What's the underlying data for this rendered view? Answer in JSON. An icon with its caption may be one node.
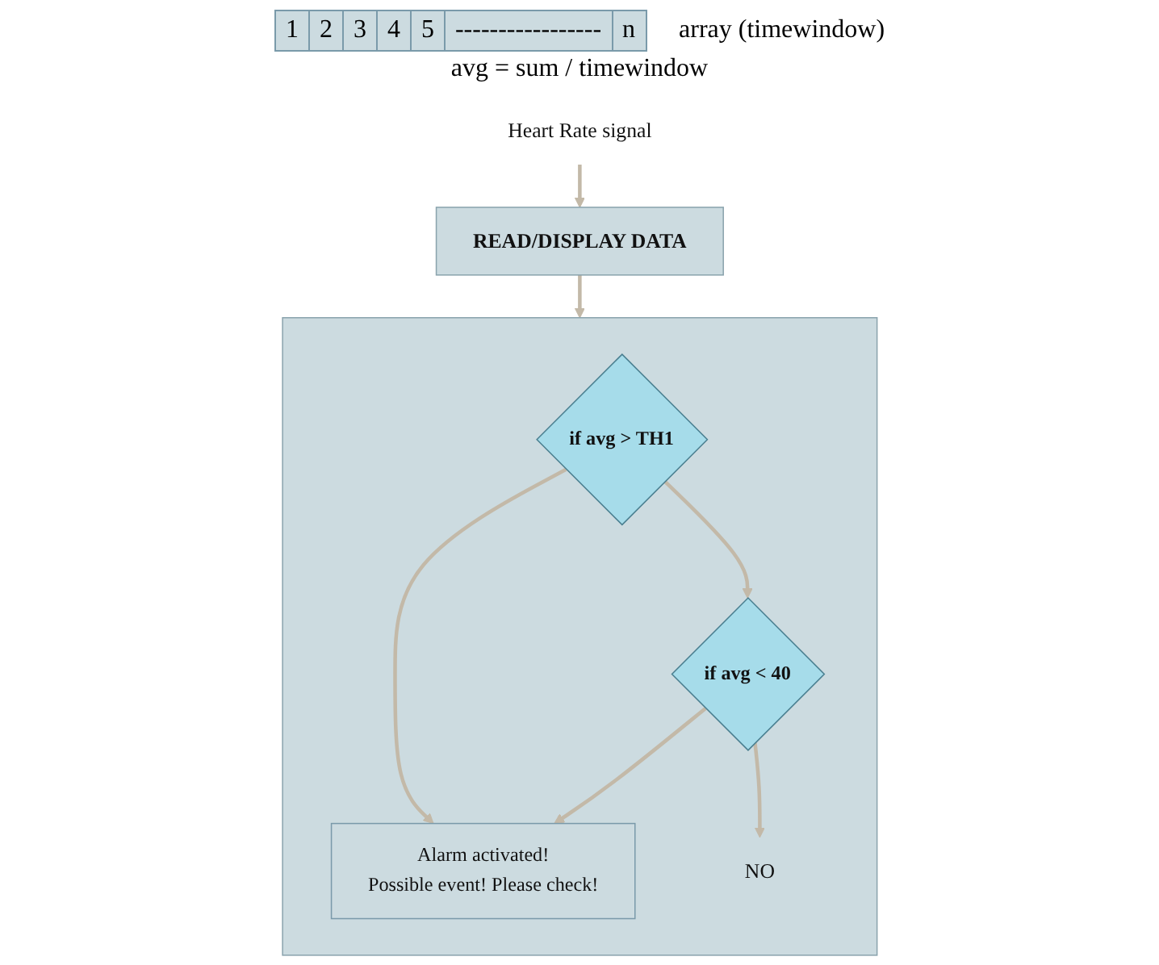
{
  "diagram": {
    "nodes": [
      {
        "text": [
          "Heart Rate signal"
        ]
      },
      {
        "text": [
          "READ/DISPLAY DATA"
        ]
      },
      {
        "text": [],
        "shape": "box"
      },
      {
        "text": [
          "if avg > TH1"
        ],
        "in": 2
      },
      {
        "text": [
          "if avg < 40"
        ],
        "in": 2
      },
      {
        "text": [
          "Alarm activated!",
          "Possible event! Please check!"
        ],
        "in": 2
      },
      {
        "text": [
          "NO"
        ],
        "in": 2
      }
    ],
    "edges": [
      {
        "from": 0,
        "to": 1,
        "arrow": "to"
      },
      {
        "from": 1,
        "to": 2,
        "arrow": "to"
      },
      {
        "from": 3,
        "to": 5,
        "arrow": "to"
      },
      {
        "from": 3,
        "to": 4,
        "arrow": "to"
      },
      {
        "from": 4,
        "to": 5,
        "arrow": "to"
      },
      {
        "from": 4,
        "to": 6,
        "arrow": "to"
      }
    ],
    "labels": [
      "1",
      "2",
      "3",
      "4",
      "5",
      "-----------------",
      "n",
      "array (timewindow)",
      "avg = sum / timewindow"
    ]
  }
}
